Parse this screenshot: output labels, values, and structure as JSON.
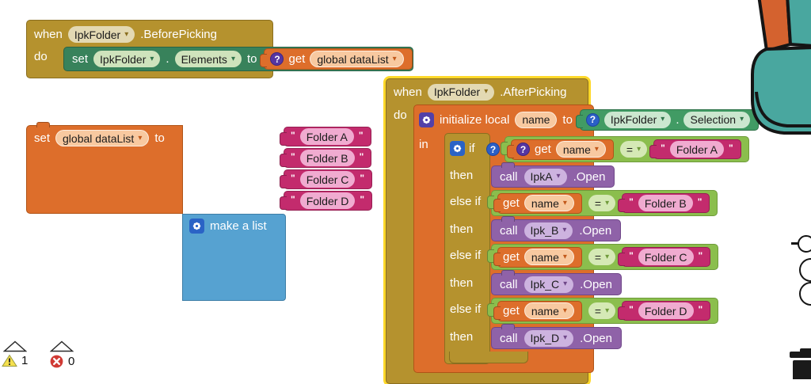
{
  "workspace": {
    "background": "#ffffff"
  },
  "colors": {
    "event_gold": "#B5922E",
    "variable_orange": "#DD6E2B",
    "list_blue": "#56A2D1",
    "text_magenta": "#C32B6D",
    "logic_green": "#8BBE4D",
    "setter_green": "#38825B",
    "getter_green": "#419B64",
    "method_purple": "#8F62A8",
    "selection_outline": "#FFD829",
    "warning_yellow": "#F5E04E",
    "error_red": "#D03A34"
  },
  "icons": {
    "dropdown": "▾",
    "help": "?",
    "quote": "\""
  },
  "before_picking_block": {
    "when": "when",
    "component": "IpkFolder",
    "event": ".BeforePicking",
    "do": "do",
    "set": "set",
    "set_component": "IpkFolder",
    "dot": ".",
    "property": "Elements",
    "to": "to",
    "get": "get",
    "get_variable": "global dataList"
  },
  "set_list_block": {
    "set": "set",
    "variable": "global dataList",
    "to": "to",
    "make_a_list": "make a list",
    "items": [
      "Folder A",
      "Folder B",
      "Folder C",
      "Folder D"
    ]
  },
  "after_picking_block": {
    "when": "when",
    "component": "IpkFolder",
    "event": ".AfterPicking",
    "do": "do",
    "initialize_local": "initialize local",
    "local_name": "name",
    "to": "to",
    "in": "in",
    "selection_component": "IpkFolder",
    "dot": ".",
    "selection_property": "Selection",
    "branches": [
      {
        "keyword": "if",
        "get": "get",
        "variable": "name",
        "operator": "=",
        "value": "Folder A",
        "then": "then",
        "call": "call",
        "target": "IpkA",
        "method": ".Open"
      },
      {
        "keyword": "else if",
        "get": "get",
        "variable": "name",
        "operator": "=",
        "value": "Folder B",
        "then": "then",
        "call": "call",
        "target": "Ipk_B",
        "method": ".Open"
      },
      {
        "keyword": "else if",
        "get": "get",
        "variable": "name",
        "operator": "=",
        "value": "Folder C",
        "then": "then",
        "call": "call",
        "target": "Ipk_C",
        "method": ".Open"
      },
      {
        "keyword": "else if",
        "get": "get",
        "variable": "name",
        "operator": "=",
        "value": "Folder D",
        "then": "then",
        "call": "call",
        "target": "Ipk_D",
        "method": ".Open"
      }
    ]
  },
  "status_bar": {
    "warning_count": "1",
    "error_count": "0"
  }
}
